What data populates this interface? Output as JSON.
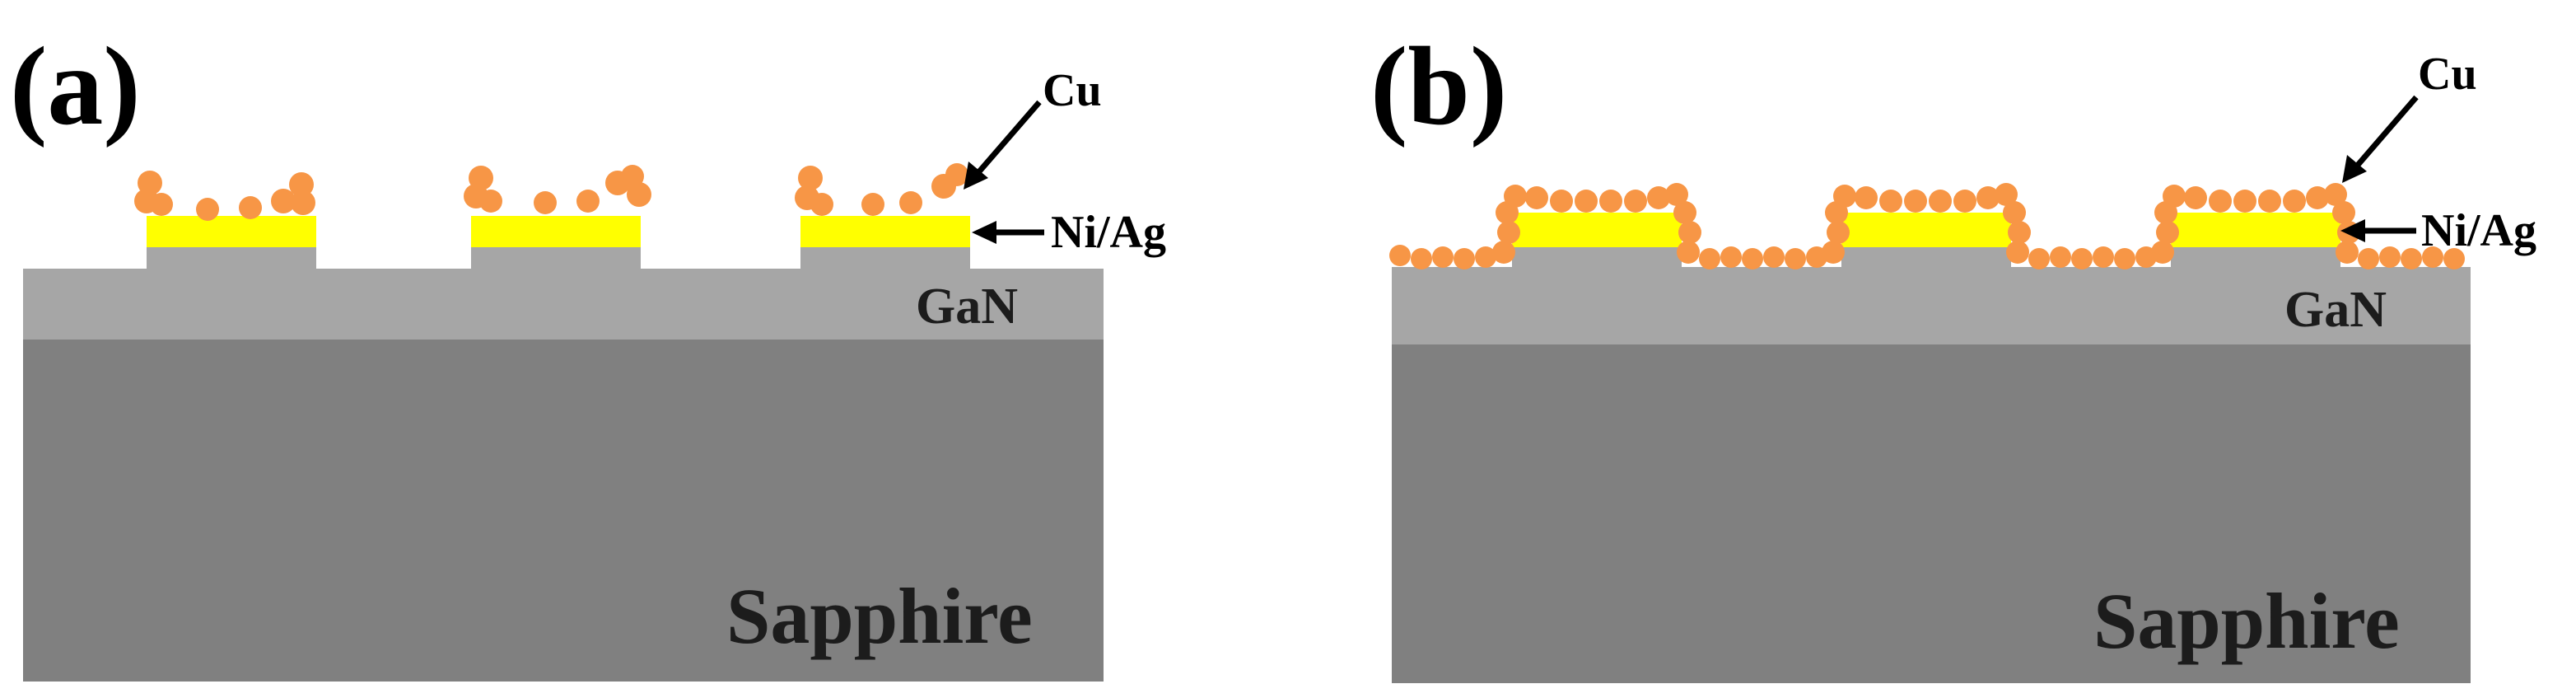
{
  "panels": [
    {
      "label": "(a)",
      "substrate": "Sapphire",
      "layer": "GaN",
      "metal": "Ni/Ag",
      "particles": "Cu"
    },
    {
      "label": "(b)",
      "substrate": "Sapphire",
      "layer": "GaN",
      "metal": "Ni/Ag",
      "particles": "Cu"
    }
  ],
  "colors": {
    "sapphire": "#808080",
    "gan": "#a6a6a6",
    "ni_ag": "#ffff00",
    "cu": "#f79646",
    "text": "#000000"
  }
}
